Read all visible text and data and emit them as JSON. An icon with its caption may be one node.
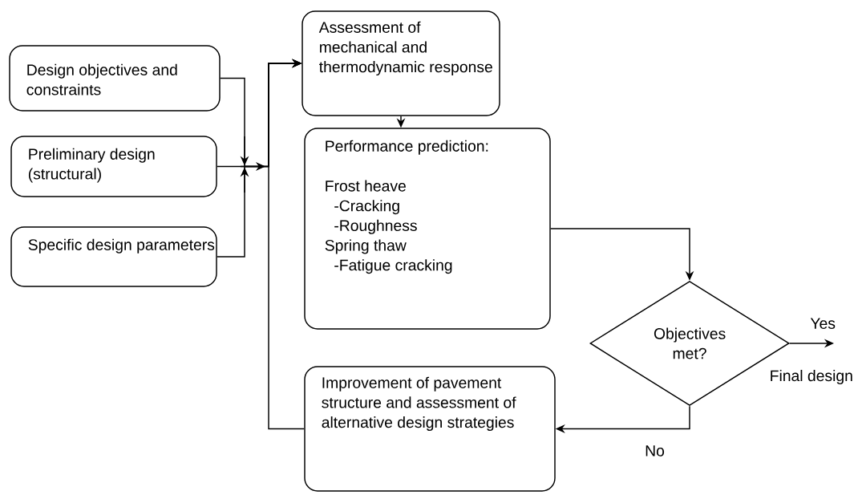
{
  "diagram": {
    "nodes": [
      {
        "text": [
          "Design objectives and constraints"
        ]
      },
      {
        "text": [
          "Preliminary design (structural)"
        ]
      },
      {
        "text": [
          "Specific design parameters"
        ]
      },
      {
        "text": [
          "Assessment of mechanical and thermodynamic response"
        ]
      },
      {
        "text": [
          "Performance prediction:",
          "Frost heave",
          "-Cracking",
          "-Roughness",
          "Spring thaw",
          "-Fatigue cracking"
        ]
      },
      {
        "text": [
          "Objectives met?"
        ]
      },
      {
        "text": [
          "Improvement of pavement structure and assessment of alternative design strategies"
        ]
      }
    ],
    "edges": [
      {
        "from": 0,
        "to": 3,
        "arrow": "to"
      },
      {
        "from": 1,
        "to": 3,
        "arrow": "to"
      },
      {
        "from": 2,
        "to": 3,
        "arrow": "to"
      },
      {
        "from": 6,
        "to": 3,
        "arrow": "to"
      },
      {
        "from": 3,
        "to": 4,
        "arrow": "to"
      },
      {
        "from": 4,
        "to": 5,
        "arrow": "to"
      },
      {
        "from": 5,
        "to": 6,
        "arrow": "to",
        "label": "No"
      },
      {
        "from": 5,
        "to": null,
        "arrow": "to",
        "label": "Yes"
      }
    ],
    "labels": [
      "Final design"
    ]
  }
}
